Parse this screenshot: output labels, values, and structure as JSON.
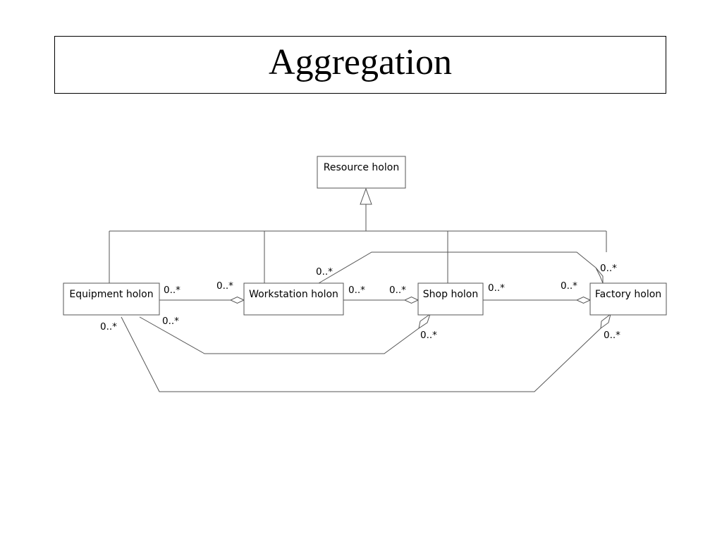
{
  "title": "Aggregation",
  "classes": {
    "resource": "Resource holon",
    "equipment": "Equipment holon",
    "workstation": "Workstation holon",
    "shop": "Shop holon",
    "factory": "Factory holon"
  },
  "multiplicity": "0..*",
  "relations": [
    {
      "type": "generalization",
      "from": "equipment",
      "to": "resource"
    },
    {
      "type": "generalization",
      "from": "workstation",
      "to": "resource"
    },
    {
      "type": "generalization",
      "from": "shop",
      "to": "resource"
    },
    {
      "type": "generalization",
      "from": "factory",
      "to": "resource"
    },
    {
      "type": "aggregation",
      "part": "equipment",
      "whole": "workstation",
      "part_multiplicity": "0..*",
      "whole_multiplicity": "0..*"
    },
    {
      "type": "aggregation",
      "part": "workstation",
      "whole": "shop",
      "part_multiplicity": "0..*",
      "whole_multiplicity": "0..*"
    },
    {
      "type": "aggregation",
      "part": "shop",
      "whole": "factory",
      "part_multiplicity": "0..*",
      "whole_multiplicity": "0..*"
    },
    {
      "type": "aggregation",
      "part": "workstation",
      "whole": "factory",
      "part_multiplicity": "0..*",
      "whole_multiplicity": "0..*"
    },
    {
      "type": "aggregation",
      "part": "equipment",
      "whole": "shop",
      "part_multiplicity": "0..*",
      "whole_multiplicity": "0..*"
    },
    {
      "type": "aggregation",
      "part": "equipment",
      "whole": "factory",
      "part_multiplicity": "0..*",
      "whole_multiplicity": "0..*"
    }
  ]
}
